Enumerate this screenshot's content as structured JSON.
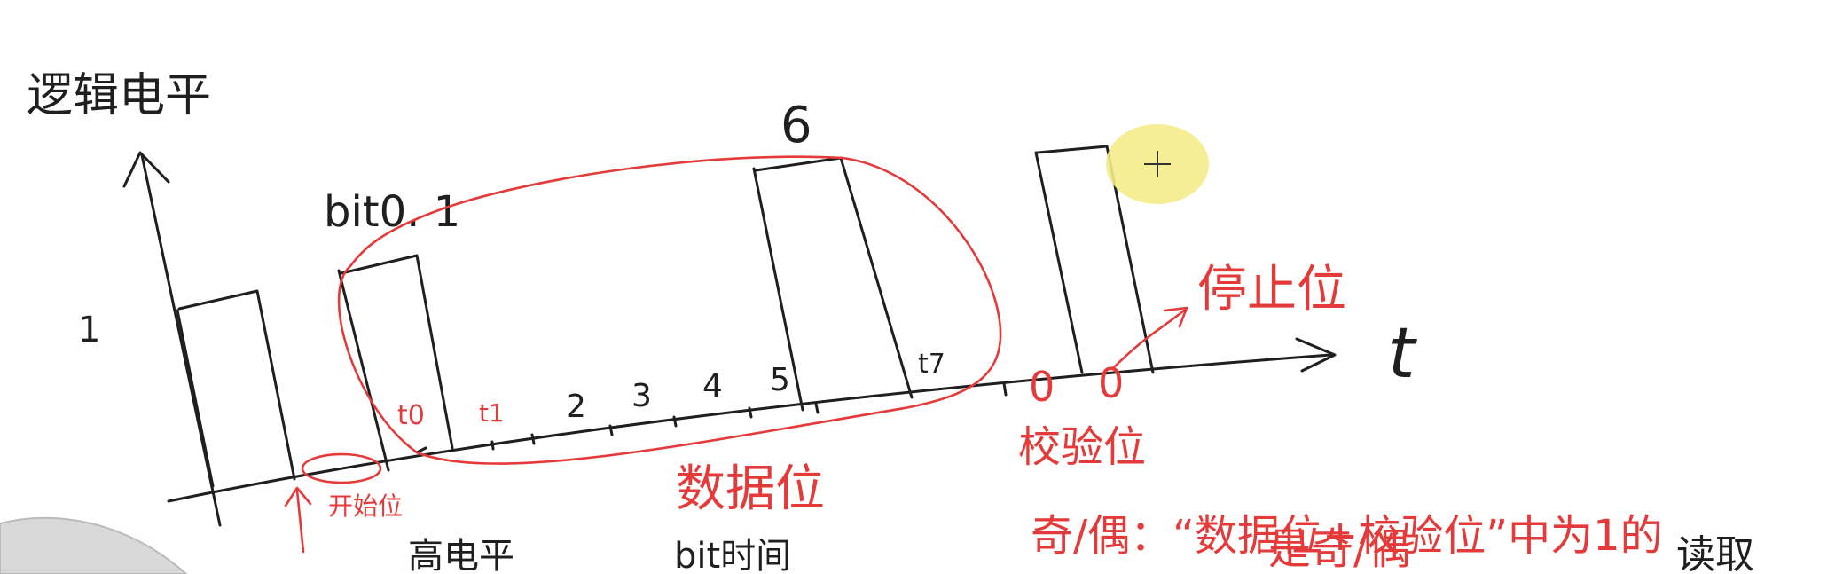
{
  "axes": {
    "y_label": "逻辑电平",
    "x_label": "t",
    "level_one_label": "1"
  },
  "annotations": {
    "bit_label": "bit0. 1",
    "six_label": "6",
    "start_bit": "开始位",
    "data_bits": "数据位",
    "parity_bit": "校验位",
    "stop_bit": "停止位",
    "parity_rule_line1": "奇/偶：“数据位+校验位”中为1的",
    "parity_rule_line2": "是奇/偶",
    "parity_zero_1": "0",
    "parity_zero_2": "0",
    "bottom_partial_1": "高电平",
    "bottom_partial_2": "bit时间",
    "bottom_partial_3": "读取"
  },
  "ticks": {
    "t0": "t0",
    "t1": "t1",
    "n2": "2",
    "n3": "3",
    "n4": "4",
    "n5": "5",
    "t7": "t7"
  },
  "colors": {
    "ink": "#1f1f1f",
    "annotation_red": "#e53a3a",
    "cursor_highlight": "#f4ec8a"
  },
  "icons": {
    "cursor": "crosshair-cursor-icon"
  }
}
